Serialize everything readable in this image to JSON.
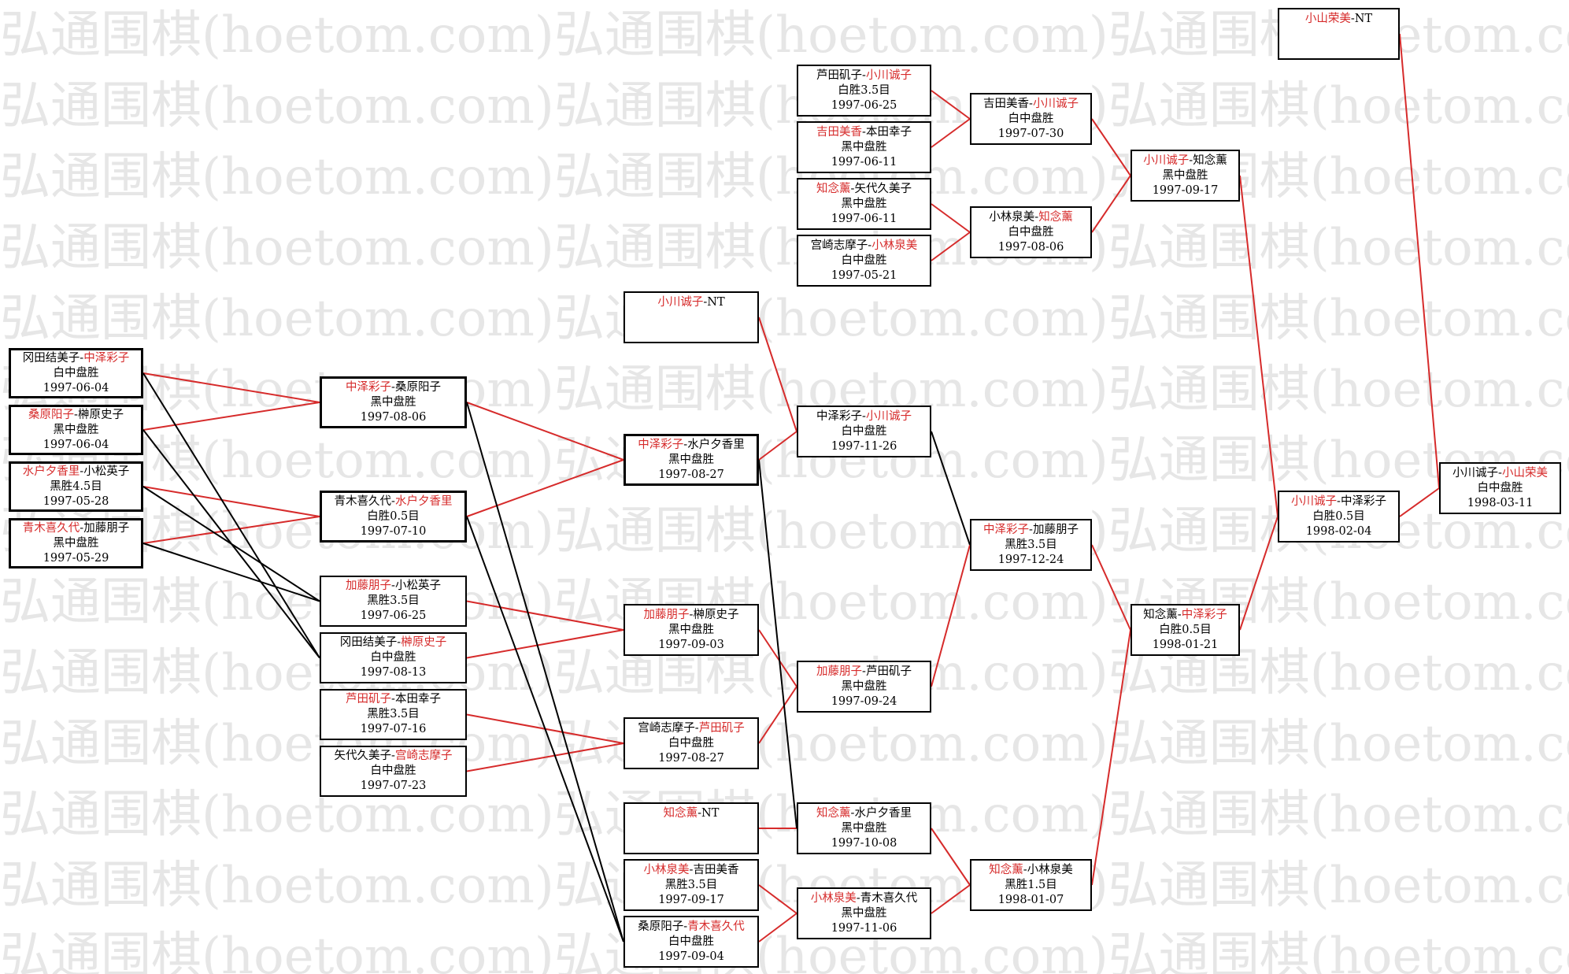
{
  "watermark": "弘通围棋(hoetom.com)",
  "colors": {
    "winner": "#d62b2b",
    "loser_line": "#000000",
    "win_line": "#d62b2b"
  },
  "matches": [
    {
      "id": "r0_1",
      "p1": "冈田结美子",
      "p2": "中泽彩子",
      "winner": 2,
      "result": "白中盘胜",
      "date": "1997-06-04"
    },
    {
      "id": "r0_2",
      "p1": "桑原阳子",
      "p2": "榊原史子",
      "winner": 1,
      "result": "黑中盘胜",
      "date": "1997-06-04"
    },
    {
      "id": "r0_3",
      "p1": "水户夕香里",
      "p2": "小松英子",
      "winner": 1,
      "result": "黑胜4.5目",
      "date": "1997-05-28"
    },
    {
      "id": "r0_4",
      "p1": "青木喜久代",
      "p2": "加藤朋子",
      "winner": 1,
      "result": "黑中盘胜",
      "date": "1997-05-29"
    },
    {
      "id": "r1_1",
      "p1": "中泽彩子",
      "p2": "桑原阳子",
      "winner": 1,
      "result": "黑中盘胜",
      "date": "1997-08-06"
    },
    {
      "id": "r1_2",
      "p1": "青木喜久代",
      "p2": "水户夕香里",
      "winner": 2,
      "result": "白胜0.5目",
      "date": "1997-07-10"
    },
    {
      "id": "r1_3",
      "p1": "加藤朋子",
      "p2": "小松英子",
      "winner": 1,
      "result": "黑胜3.5目",
      "date": "1997-06-25"
    },
    {
      "id": "r1_4",
      "p1": "冈田结美子",
      "p2": "榊原史子",
      "winner": 2,
      "result": "白中盘胜",
      "date": "1997-08-13"
    },
    {
      "id": "r1_5",
      "p1": "芦田矶子",
      "p2": "本田幸子",
      "winner": 1,
      "result": "黑胜3.5目",
      "date": "1997-07-16"
    },
    {
      "id": "r1_6",
      "p1": "矢代久美子",
      "p2": "宫崎志摩子",
      "winner": 2,
      "result": "白中盘胜",
      "date": "1997-07-23"
    },
    {
      "id": "r2_0",
      "p1": "小川诚子",
      "p2": "NT",
      "winner": 1,
      "result": "",
      "date": ""
    },
    {
      "id": "r2_1",
      "p1": "中泽彩子",
      "p2": "水户夕香里",
      "winner": 1,
      "result": "黑中盘胜",
      "date": "1997-08-27"
    },
    {
      "id": "r2_2",
      "p1": "加藤朋子",
      "p2": "榊原史子",
      "winner": 1,
      "result": "黑中盘胜",
      "date": "1997-09-03"
    },
    {
      "id": "r2_3",
      "p1": "宫崎志摩子",
      "p2": "芦田矶子",
      "winner": 2,
      "result": "白中盘胜",
      "date": "1997-08-27"
    },
    {
      "id": "r2_4",
      "p1": "知念薰",
      "p2": "NT",
      "winner": 1,
      "result": "",
      "date": ""
    },
    {
      "id": "r2_5",
      "p1": "小林泉美",
      "p2": "吉田美香",
      "winner": 1,
      "result": "黑胜3.5目",
      "date": "1997-09-17"
    },
    {
      "id": "r2_6",
      "p1": "桑原阳子",
      "p2": "青木喜久代",
      "winner": 2,
      "result": "白中盘胜",
      "date": "1997-09-04"
    },
    {
      "id": "s1",
      "p1": "芦田矶子",
      "p2": "小川诚子",
      "winner": 2,
      "result": "白胜3.5目",
      "date": "1997-06-25"
    },
    {
      "id": "s2",
      "p1": "吉田美香",
      "p2": "本田幸子",
      "winner": 1,
      "result": "黑中盘胜",
      "date": "1997-06-11"
    },
    {
      "id": "s3",
      "p1": "知念薰",
      "p2": "矢代久美子",
      "winner": 1,
      "result": "黑中盘胜",
      "date": "1997-06-11"
    },
    {
      "id": "s4",
      "p1": "宫崎志摩子",
      "p2": "小林泉美",
      "winner": 2,
      "result": "白中盘胜",
      "date": "1997-05-21"
    },
    {
      "id": "r3_1",
      "p1": "中泽彩子",
      "p2": "小川诚子",
      "winner": 2,
      "result": "白中盘胜",
      "date": "1997-11-26"
    },
    {
      "id": "r3_2",
      "p1": "加藤朋子",
      "p2": "芦田矶子",
      "winner": 1,
      "result": "黑中盘胜",
      "date": "1997-09-24"
    },
    {
      "id": "r3_3",
      "p1": "知念薰",
      "p2": "水户夕香里",
      "winner": 1,
      "result": "黑中盘胜",
      "date": "1997-10-08"
    },
    {
      "id": "r3_4",
      "p1": "小林泉美",
      "p2": "青木喜久代",
      "winner": 1,
      "result": "黑中盘胜",
      "date": "1997-11-06"
    },
    {
      "id": "t1",
      "p1": "吉田美香",
      "p2": "小川诚子",
      "winner": 2,
      "result": "白中盘胜",
      "date": "1997-07-30"
    },
    {
      "id": "t2",
      "p1": "小林泉美",
      "p2": "知念薰",
      "winner": 2,
      "result": "白中盘胜",
      "date": "1997-08-06"
    },
    {
      "id": "r4_1",
      "p1": "中泽彩子",
      "p2": "加藤朋子",
      "winner": 1,
      "result": "黑胜3.5目",
      "date": "1997-12-24"
    },
    {
      "id": "r4_2",
      "p1": "知念薰",
      "p2": "小林泉美",
      "winner": 1,
      "result": "黑胜1.5目",
      "date": "1998-01-07"
    },
    {
      "id": "u1",
      "p1": "小川诚子",
      "p2": "知念薰",
      "winner": 1,
      "result": "黑中盘胜",
      "date": "1997-09-17"
    },
    {
      "id": "r5_1",
      "p1": "知念薰",
      "p2": "中泽彩子",
      "winner": 2,
      "result": "白胜0.5目",
      "date": "1998-01-21"
    },
    {
      "id": "r6_1",
      "p1": "小川诚子",
      "p2": "中泽彩子",
      "winner": 1,
      "result": "白胜0.5目",
      "date": "1998-02-04"
    },
    {
      "id": "c0",
      "p1": "小山荣美",
      "p2": "NT",
      "winner": 1,
      "result": "",
      "date": ""
    },
    {
      "id": "final",
      "p1": "小川诚子",
      "p2": "小山荣美",
      "winner": 2,
      "result": "白中盘胜",
      "date": "1998-03-11"
    }
  ]
}
